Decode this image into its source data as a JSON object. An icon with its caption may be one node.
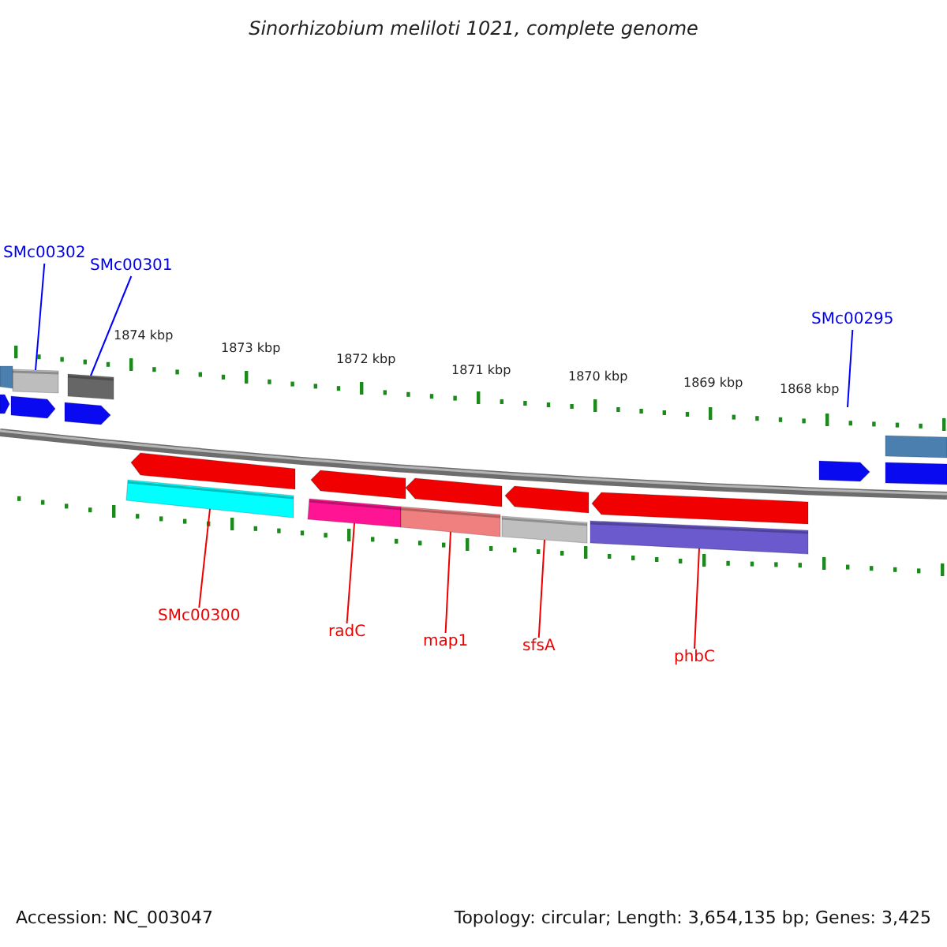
{
  "diagram": {
    "title": "Sinorhizobium meliloti 1021, complete genome",
    "nodes": [
      {
        "text": [
          "SMc00302"
        ]
      },
      {
        "text": [
          "SMc00301"
        ]
      },
      {
        "text": [
          "SMc00295"
        ]
      },
      {
        "text": [],
        "shape": "bar"
      },
      {
        "text": [],
        "shape": "bar"
      },
      {
        "text": [],
        "shape": "bar"
      },
      {
        "text": [],
        "shape": "bar"
      },
      {
        "text": [],
        "shape": "bar"
      },
      {
        "text": [],
        "shape": "bar"
      },
      {
        "text": [],
        "shape": "bar"
      },
      {
        "text": [
          "SMc00300"
        ]
      },
      {
        "text": [
          "radC"
        ]
      },
      {
        "text": [
          "map1"
        ]
      },
      {
        "text": [
          "sfsA"
        ]
      },
      {
        "text": [
          "phbC"
        ]
      },
      {
        "text": [],
        "shape": "pentagon"
      },
      {
        "text": [],
        "shape": "pentagon"
      },
      {
        "text": [],
        "shape": "pentagon"
      },
      {
        "text": [],
        "shape": "pentagon"
      },
      {
        "text": [],
        "shape": "box"
      },
      {
        "text": [],
        "shape": "box"
      },
      {
        "text": [],
        "shape": "box"
      },
      {
        "text": [],
        "shape": "pentagon"
      },
      {
        "text": [],
        "shape": "pentagon"
      },
      {
        "text": [],
        "shape": "pentagon"
      },
      {
        "text": [],
        "shape": "pentagon"
      },
      {
        "text": [],
        "shape": "pentagon"
      }
    ],
    "edges": [
      {
        "from": 0,
        "to": 3,
        "arrow": "none",
        "color": "#0000ff"
      },
      {
        "from": 1,
        "to": 4,
        "arrow": "none",
        "color": "#0000ff"
      },
      {
        "from": 2,
        "to": null,
        "arrow": "none",
        "color": "#0000ff"
      },
      {
        "from": 10,
        "to": 5,
        "arrow": "none"
      },
      {
        "from": 11,
        "to": 6,
        "arrow": "none"
      },
      {
        "from": 12,
        "to": 7,
        "arrow": "none"
      },
      {
        "from": 13,
        "to": 8,
        "arrow": "none"
      },
      {
        "from": 14,
        "to": 9,
        "arrow": "none"
      }
    ],
    "labels": [
      "1874 kbp",
      "1873 kbp",
      "1872 kbp",
      "1871 kbp",
      "1870 kbp",
      "1869 kbp",
      "1868 kbp",
      "Accession: NC_003047",
      "Topology: circular; Length: 3,654,135 bp; Genes: 3,425"
    ]
  }
}
